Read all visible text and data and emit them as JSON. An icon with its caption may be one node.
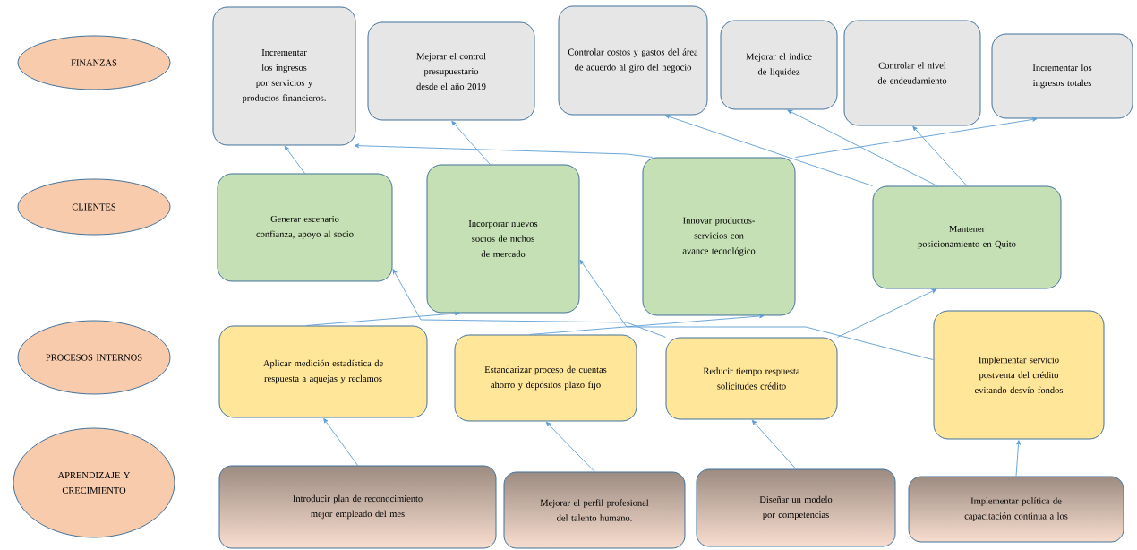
{
  "diagram": {
    "nodes": [
      {
        "text": [
          "FINANZAS"
        ]
      },
      {
        "text": [
          "CLIENTES"
        ]
      },
      {
        "text": [
          "PROCESOS INTERNOS"
        ]
      },
      {
        "text": [
          "APRENDIZAJE Y CRECIMIENTO"
        ]
      },
      {
        "text": [
          "Incrementar los ingresos por servicios y productos financieros."
        ]
      },
      {
        "text": [
          "Mejorar el control presupuestario desde el año 2019"
        ]
      },
      {
        "text": [
          "Controlar costos y gastos del área de acuerdo al giro del negocio"
        ]
      },
      {
        "text": [
          "Mejorar el indice de liquidez"
        ]
      },
      {
        "text": [
          "Controlar el nivel de endeudamiento"
        ]
      },
      {
        "text": [
          "Incrementar los ingresos totales"
        ]
      },
      {
        "text": [
          "Generar escenario confianza, apoyo al socio"
        ]
      },
      {
        "text": [
          "Incorporar nuevos socios de nichos de mercado"
        ]
      },
      {
        "text": [
          "Innovar productos-servicios con avance tecnológico"
        ]
      },
      {
        "text": [
          "Mantener posicionamiento en Quito"
        ]
      },
      {
        "text": [
          "Aplicar medición estadística de respuesta a aquejas y reclamos"
        ]
      },
      {
        "text": [
          "Estandarizar proceso de cuentas ahorro y depósitos plazo fijo"
        ]
      },
      {
        "text": [
          "Reducir tiempo respuesta solicitudes crédito"
        ]
      },
      {
        "text": [
          "Implementar servicio postventa del crédito evitando desvío fondos"
        ]
      },
      {
        "text": [
          "Introducir plan de reconocimiento mejor empleado del mes"
        ]
      },
      {
        "text": [
          "Mejorar el perfil profesional del talento humano."
        ]
      },
      {
        "text": [
          "Diseñar un modelo por competencias"
        ]
      },
      {
        "text": [
          "Implementar política de capacitación continua a los"
        ]
      }
    ],
    "edges": [
      {
        "from": 10,
        "to": 4,
        "arrow": "to"
      },
      {
        "from": 12,
        "to": 4,
        "arrow": "to"
      },
      {
        "from": 11,
        "to": 5,
        "arrow": "to"
      },
      {
        "from": 13,
        "to": 6,
        "arrow": "to"
      },
      {
        "from": 13,
        "to": 7,
        "arrow": "to"
      },
      {
        "from": 13,
        "to": 8,
        "arrow": "to"
      },
      {
        "from": 12,
        "to": 9,
        "arrow": "to"
      },
      {
        "from": 14,
        "to": 11,
        "arrow": "to"
      },
      {
        "from": 15,
        "to": 12,
        "arrow": "to"
      },
      {
        "from": 16,
        "to": 10,
        "arrow": "to"
      },
      {
        "from": 16,
        "to": 13,
        "arrow": "to"
      },
      {
        "from": 17,
        "to": 11,
        "arrow": "to"
      },
      {
        "from": 18,
        "to": 14,
        "arrow": "to"
      },
      {
        "from": 19,
        "to": 15,
        "arrow": "to"
      },
      {
        "from": 20,
        "to": 16,
        "arrow": "to"
      },
      {
        "from": 21,
        "to": 17,
        "arrow": "to"
      }
    ]
  }
}
